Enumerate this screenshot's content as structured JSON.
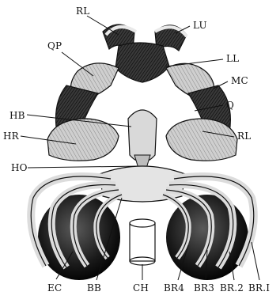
{
  "figure": {
    "description_free": true,
    "ink_color": "#111111",
    "paper_color": "#ffffff",
    "labels": {
      "rl_top": "RL",
      "lu": "LU",
      "qp": "QP",
      "ll": "LL",
      "mc": "MC",
      "hb": "HB",
      "q": "Q",
      "hr": "HR",
      "rl_right": "RL",
      "ho": "HO",
      "ec": "EC",
      "bb": "BB",
      "ch": "CH",
      "br4": "BR4",
      "br3": "BR3",
      "br2": "BR.2",
      "br1": "BR.I"
    }
  }
}
